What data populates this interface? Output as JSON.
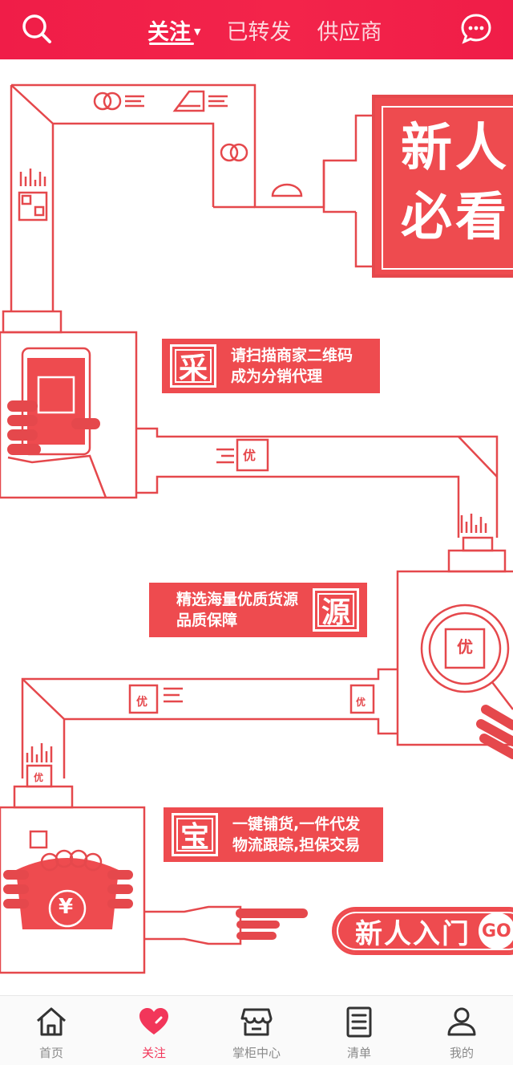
{
  "header": {
    "tabs": [
      {
        "label": "关注",
        "active": true
      },
      {
        "label": "已转发",
        "active": false
      },
      {
        "label": "供应商",
        "active": false
      }
    ],
    "left_icon": "search-icon",
    "right_icon": "chat-icon",
    "bg_color": "#f01d48"
  },
  "banner": {
    "text": "新人\n必看"
  },
  "steps": [
    {
      "badge": "采",
      "line1": "请扫描商家二维码",
      "line2": "成为分销代理"
    },
    {
      "badge": "源",
      "line1": "精选海量优质货源",
      "line2": "品质保障"
    },
    {
      "badge": "宝",
      "line1": "一键铺货,一件代发",
      "line2": "物流跟踪,担保交易"
    }
  ],
  "illustration_labels": {
    "box_mark": "优",
    "coin_mark": "¥"
  },
  "newbie_button": {
    "label": "新人入门",
    "go": "GO"
  },
  "bottom_nav": [
    {
      "label": "首页",
      "icon": "home-icon",
      "active": false
    },
    {
      "label": "关注",
      "icon": "heart-icon",
      "active": true
    },
    {
      "label": "掌柜中心",
      "icon": "store-icon",
      "active": false
    },
    {
      "label": "清单",
      "icon": "list-icon",
      "active": false
    },
    {
      "label": "我的",
      "icon": "user-icon",
      "active": false
    }
  ],
  "colors": {
    "accent": "#ee4b4f",
    "nav_active": "#f2365a",
    "nav_inactive": "#8a8a8a"
  }
}
